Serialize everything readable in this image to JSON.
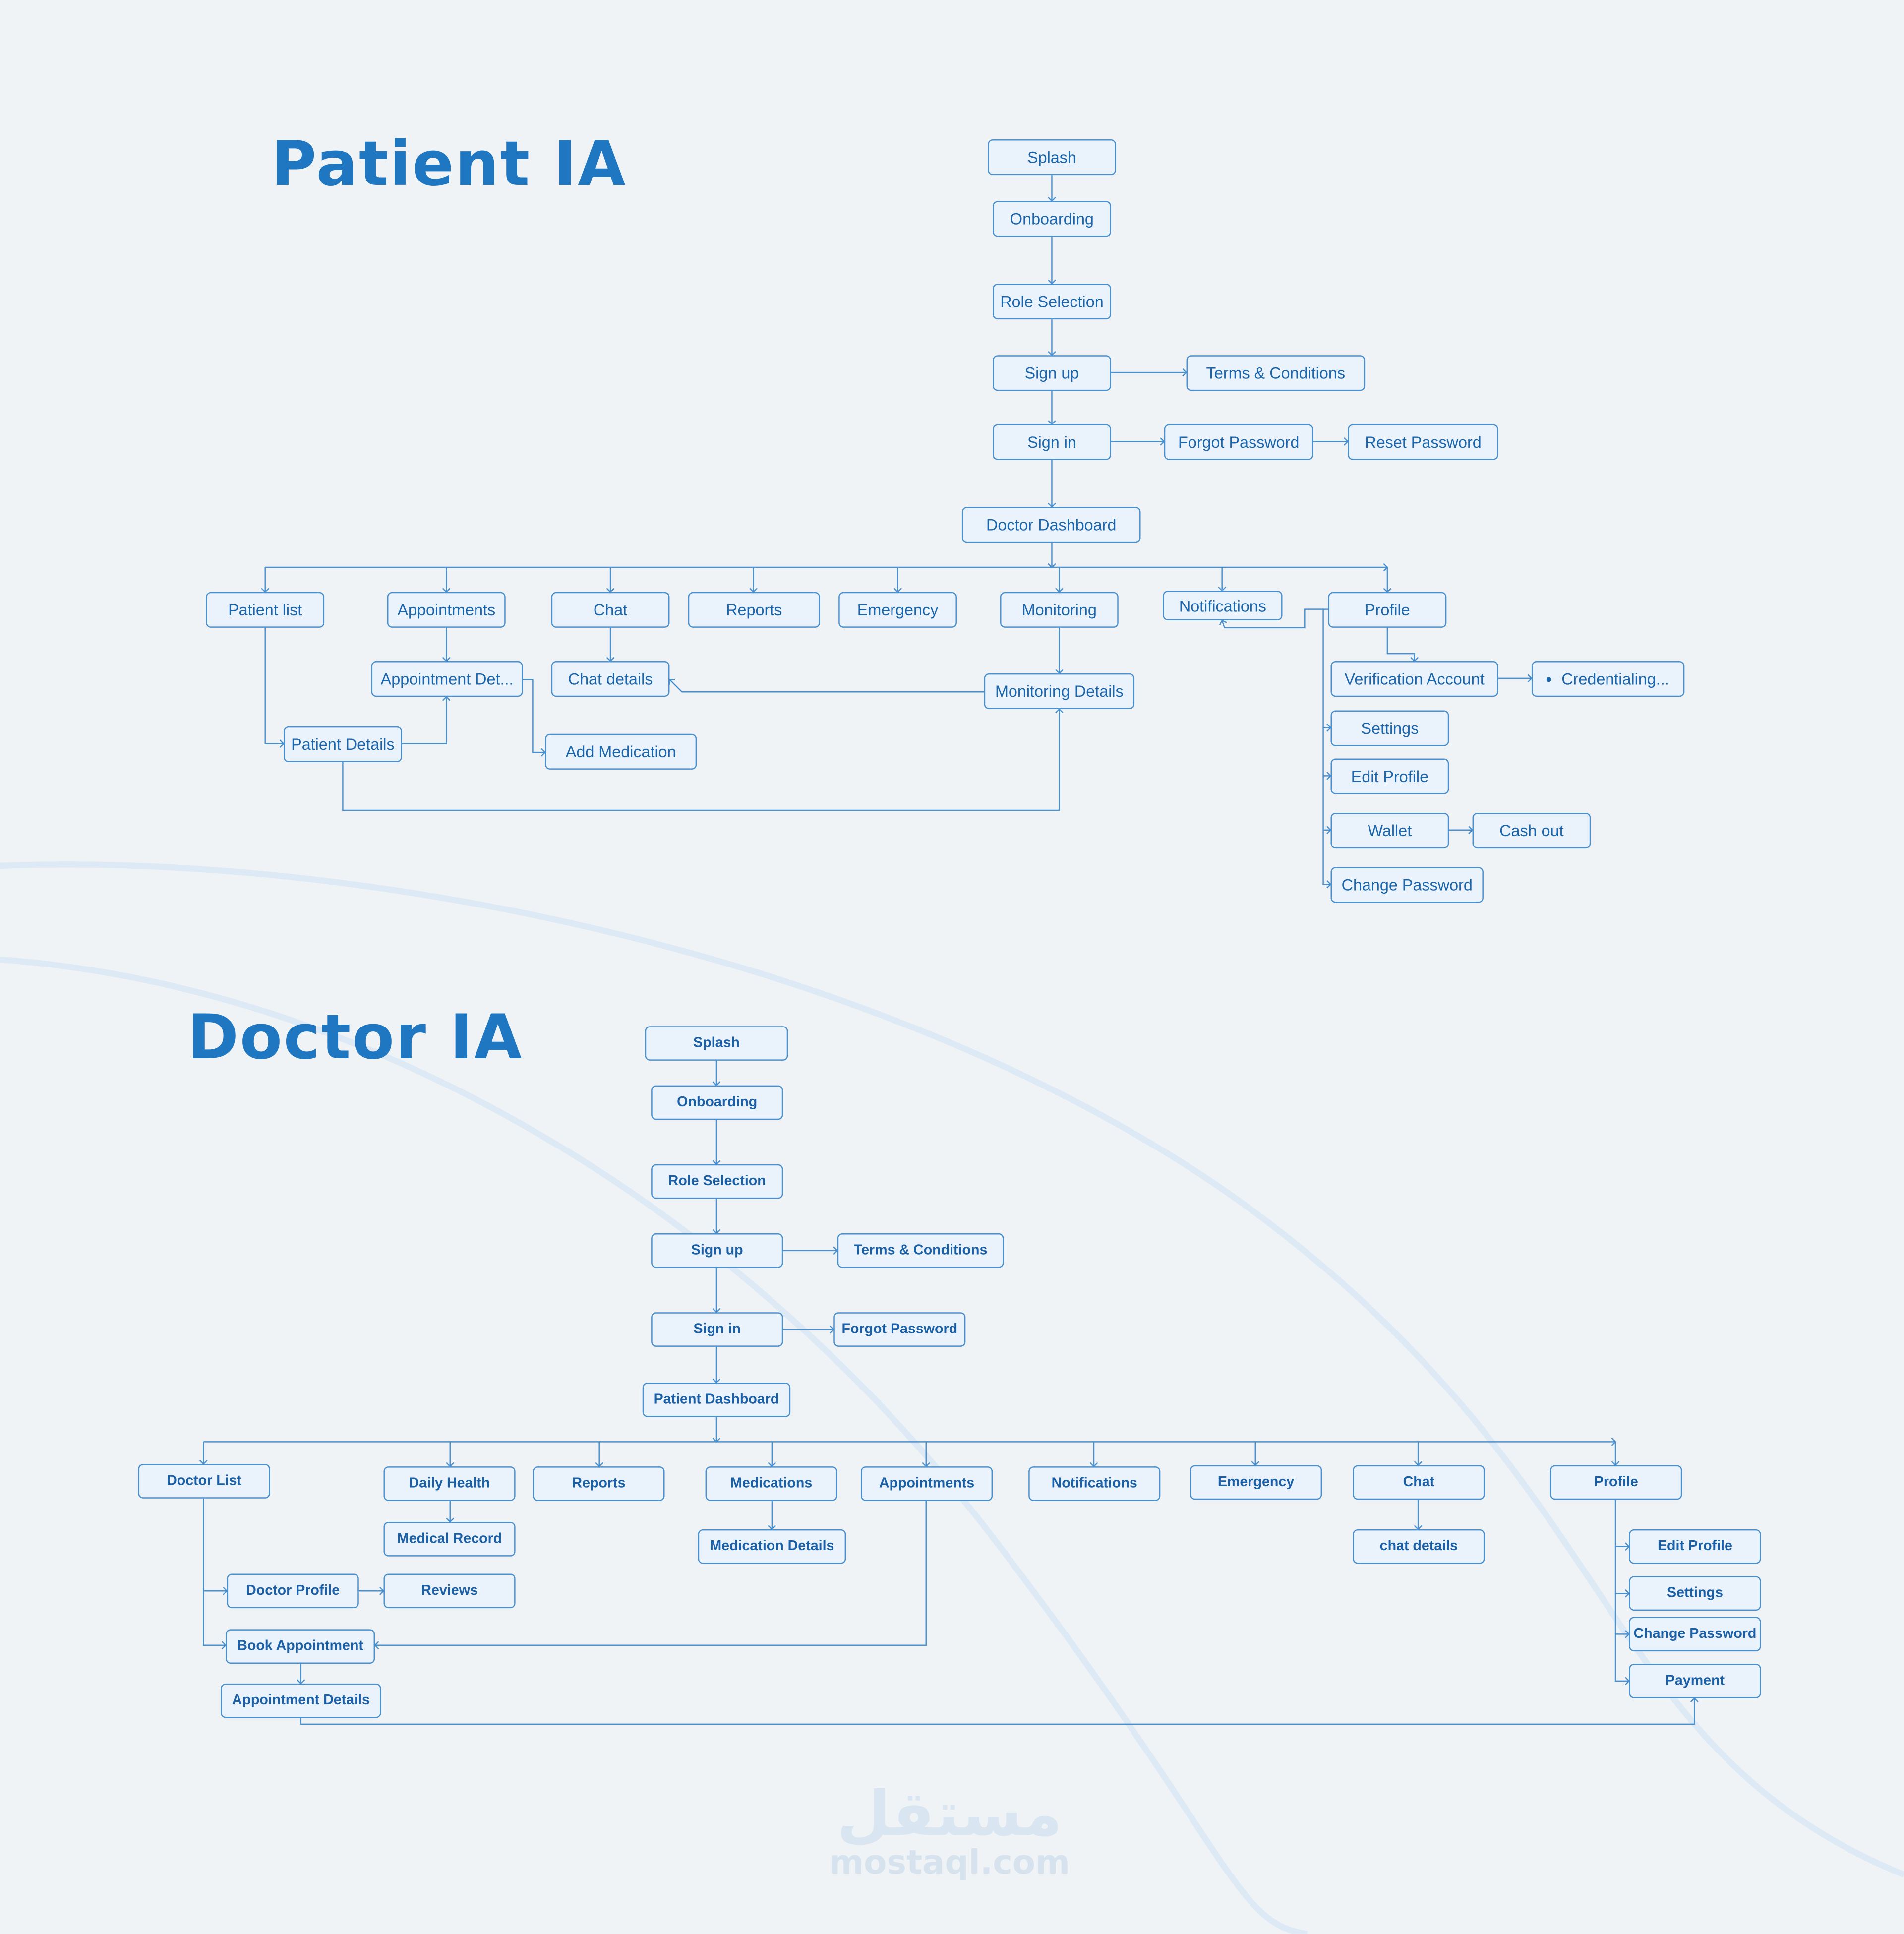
{
  "patient_ia": {
    "title": "Patient IA",
    "nodes": {
      "splash": "Splash",
      "onboarding": "Onboarding",
      "role_selection": "Role Selection",
      "sign_up": "Sign up",
      "terms": "Terms & Conditions",
      "sign_in": "Sign in",
      "forgot_password": "Forgot Password",
      "reset_password": "Reset Password",
      "dashboard": "Doctor  Dashboard",
      "patient_list": "Patient list",
      "appointments": "Appointments",
      "chat": "Chat",
      "reports": "Reports",
      "emergency": "Emergency",
      "monitoring": "Monitoring",
      "notifications": "Notifications",
      "profile": "Profile",
      "appointment_details": "Appointment Det...",
      "chat_details": "Chat details",
      "monitoring_details": "Monitoring Details",
      "patient_details": "Patient Details",
      "add_medication": "Add Medication",
      "verification_account": "Verification Account",
      "credentialing": "Credentialing...",
      "settings": "Settings",
      "edit_profile": "Edit Profile",
      "wallet": "Wallet",
      "cash_out": "Cash out",
      "change_password": "Change Password"
    }
  },
  "doctor_ia": {
    "title": "Doctor IA",
    "nodes": {
      "splash": "Splash",
      "onboarding": "Onboarding",
      "role_selection": "Role Selection",
      "sign_up": "Sign up",
      "terms": "Terms & Conditions",
      "sign_in": "Sign in",
      "forgot_password": "Forgot Password",
      "dashboard": "Patient  Dashboard",
      "doctor_list": "Doctor List",
      "daily_health": "Daily Health",
      "reports": "Reports",
      "medications": "Medications",
      "appointments": "Appointments",
      "notifications": "Notifications",
      "emergency": "Emergency",
      "chat": "Chat",
      "profile": "Profile",
      "medical_record": "Medical Record",
      "medication_details": "Medication Details",
      "chat_details": "chat details",
      "doctor_profile": "Doctor Profile",
      "reviews": "Reviews",
      "book_appointment": "Book Appointment",
      "appointment_details": "Appointment Details",
      "edit_profile": "Edit Profile",
      "settings": "Settings",
      "change_password": "Change Password",
      "payment": "Payment"
    }
  },
  "watermark": {
    "arabic": "مستقل",
    "latin": "mostaql.com"
  },
  "colors": {
    "background": "#f0f3f6",
    "accent": "#1f77c2",
    "node_fill": "#eaf3fb",
    "node_border": "#4a90cf",
    "link": "#4a90cf"
  }
}
